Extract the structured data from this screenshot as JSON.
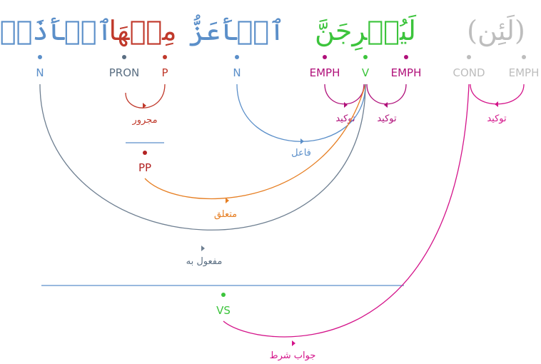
{
  "colors": {
    "noun": "#5b8fc9",
    "pron": "#5a6e82",
    "prep": "#c0392b",
    "verb": "#3cc43c",
    "emph": "#b0107a",
    "cond": "#bdbdbd",
    "pp": "#b22222",
    "vs": "#3cc43c",
    "orange": "#e67e22",
    "grayarc": "#6e7f91",
    "magenta": "#d4148a"
  },
  "words": {
    "w1": "ٱلۡأَذَلَّۚ",
    "w2": "مِنۡهَا",
    "w3": "ٱلۡأَعَزُّ",
    "w4": "لَيُخۡرِجَنَّ",
    "w5": "(لَئِن)"
  },
  "tags": {
    "n1": "N",
    "pron": "PRON",
    "p": "P",
    "n2": "N",
    "emph1": "EMPH",
    "v": "V",
    "emph2": "EMPH",
    "cond": "COND",
    "emph3": "EMPH",
    "pp": "PP",
    "vs": "VS"
  },
  "relations": {
    "majrur": "مجرور",
    "tawkid1": "توكيد",
    "tawkid2": "توكيد",
    "tawkid3": "توكيد",
    "fail": "فاعل",
    "mutaalliq": "متعلق",
    "mafool": "مفعول به",
    "jawab": "جواب شرط"
  }
}
